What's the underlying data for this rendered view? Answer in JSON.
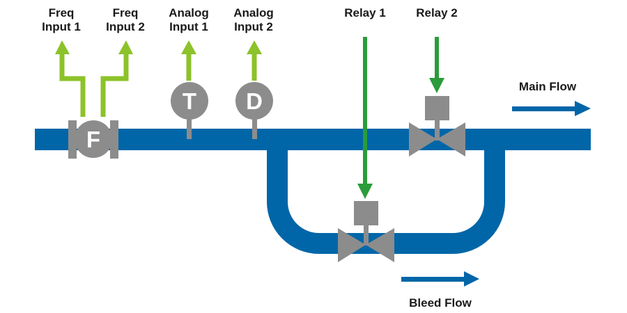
{
  "colors": {
    "pipe": "#0066a8",
    "device": "#8c8c8c",
    "input_signal": "#8cc22a",
    "relay_signal": "#2a9c3a",
    "text": "#1a1a1a"
  },
  "labels": {
    "freq_input_1": [
      "Freq",
      "Input 1"
    ],
    "freq_input_2": [
      "Freq",
      "Input 2"
    ],
    "analog_input_1": [
      "Analog",
      "Input 1"
    ],
    "analog_input_2": [
      "Analog",
      "Input 2"
    ],
    "relay_1": "Relay 1",
    "relay_2": "Relay 2",
    "main_flow": "Main Flow",
    "bleed_flow": "Bleed Flow"
  },
  "sensors": {
    "flow_meter": "F",
    "temperature": "T",
    "density": "D"
  }
}
